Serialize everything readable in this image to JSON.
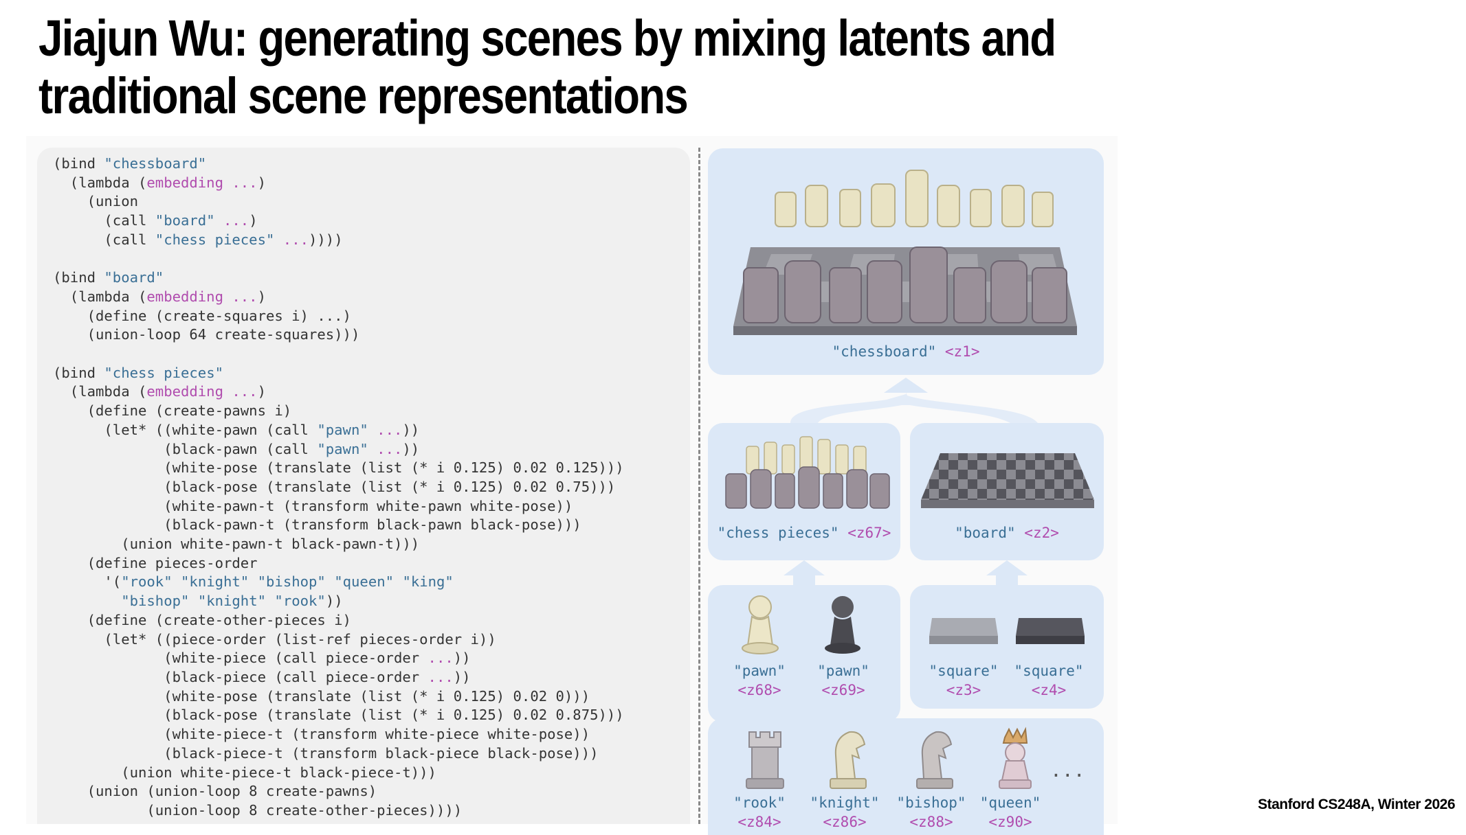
{
  "title": "Jiajun Wu: generating scenes by mixing latents and traditional scene representations",
  "footer": "Stanford CS248A, Winter 2026",
  "code_lines": [
    [
      [
        "t",
        "(bind "
      ],
      [
        "s",
        "\"chessboard\""
      ]
    ],
    [
      [
        "t",
        "  (lambda ("
      ],
      [
        "e",
        "embedding ..."
      ],
      [
        "t",
        ")"
      ]
    ],
    [
      [
        "t",
        "    (union"
      ]
    ],
    [
      [
        "t",
        "      (call "
      ],
      [
        "s",
        "\"board\""
      ],
      [
        "t",
        " "
      ],
      [
        "e",
        "..."
      ],
      [
        "t",
        ")"
      ]
    ],
    [
      [
        "t",
        "      (call "
      ],
      [
        "s",
        "\"chess pieces\""
      ],
      [
        "t",
        " "
      ],
      [
        "e",
        "..."
      ],
      [
        "t",
        "))))"
      ]
    ],
    [
      [
        "t",
        ""
      ]
    ],
    [
      [
        "t",
        "(bind "
      ],
      [
        "s",
        "\"board\""
      ]
    ],
    [
      [
        "t",
        "  (lambda ("
      ],
      [
        "e",
        "embedding ..."
      ],
      [
        "t",
        ")"
      ]
    ],
    [
      [
        "t",
        "    (define (create-squares i) ...)"
      ]
    ],
    [
      [
        "t",
        "    (union-loop 64 create-squares)))"
      ]
    ],
    [
      [
        "t",
        ""
      ]
    ],
    [
      [
        "t",
        "(bind "
      ],
      [
        "s",
        "\"chess pieces\""
      ]
    ],
    [
      [
        "t",
        "  (lambda ("
      ],
      [
        "e",
        "embedding ..."
      ],
      [
        "t",
        ")"
      ]
    ],
    [
      [
        "t",
        "    (define (create-pawns i)"
      ]
    ],
    [
      [
        "t",
        "      (let* ((white-pawn (call "
      ],
      [
        "s",
        "\"pawn\""
      ],
      [
        "t",
        " "
      ],
      [
        "e",
        "..."
      ],
      [
        "t",
        "))"
      ]
    ],
    [
      [
        "t",
        "             (black-pawn (call "
      ],
      [
        "s",
        "\"pawn\""
      ],
      [
        "t",
        " "
      ],
      [
        "e",
        "..."
      ],
      [
        "t",
        "))"
      ]
    ],
    [
      [
        "t",
        "             (white-pose (translate (list (* i 0.125) 0.02 0.125)))"
      ]
    ],
    [
      [
        "t",
        "             (black-pose (translate (list (* i 0.125) 0.02 0.75)))"
      ]
    ],
    [
      [
        "t",
        "             (white-pawn-t (transform white-pawn white-pose))"
      ]
    ],
    [
      [
        "t",
        "             (black-pawn-t (transform black-pawn black-pose)))"
      ]
    ],
    [
      [
        "t",
        "        (union white-pawn-t black-pawn-t)))"
      ]
    ],
    [
      [
        "t",
        "    (define pieces-order"
      ]
    ],
    [
      [
        "t",
        "      '("
      ],
      [
        "s",
        "\"rook\""
      ],
      [
        "t",
        " "
      ],
      [
        "s",
        "\"knight\""
      ],
      [
        "t",
        " "
      ],
      [
        "s",
        "\"bishop\""
      ],
      [
        "t",
        " "
      ],
      [
        "s",
        "\"queen\""
      ],
      [
        "t",
        " "
      ],
      [
        "s",
        "\"king\""
      ]
    ],
    [
      [
        "t",
        "        "
      ],
      [
        "s",
        "\"bishop\""
      ],
      [
        "t",
        " "
      ],
      [
        "s",
        "\"knight\""
      ],
      [
        "t",
        " "
      ],
      [
        "s",
        "\"rook\""
      ],
      [
        "t",
        "))"
      ]
    ],
    [
      [
        "t",
        "    (define (create-other-pieces i)"
      ]
    ],
    [
      [
        "t",
        "      (let* ((piece-order (list-ref pieces-order i))"
      ]
    ],
    [
      [
        "t",
        "             (white-piece (call piece-order "
      ],
      [
        "e",
        "..."
      ],
      [
        "t",
        "))"
      ]
    ],
    [
      [
        "t",
        "             (black-piece (call piece-order "
      ],
      [
        "e",
        "..."
      ],
      [
        "t",
        "))"
      ]
    ],
    [
      [
        "t",
        "             (white-pose (translate (list (* i 0.125) 0.02 0)))"
      ]
    ],
    [
      [
        "t",
        "             (black-pose (translate (list (* i 0.125) 0.02 0.875)))"
      ]
    ],
    [
      [
        "t",
        "             (white-piece-t (transform white-piece white-pose))"
      ]
    ],
    [
      [
        "t",
        "             (black-piece-t (transform black-piece black-pose)))"
      ]
    ],
    [
      [
        "t",
        "        (union white-piece-t black-piece-t)))"
      ]
    ],
    [
      [
        "t",
        "    (union (union-loop 8 create-pawns)"
      ]
    ],
    [
      [
        "t",
        "           (union-loop 8 create-other-pieces))))"
      ]
    ]
  ],
  "labels": {
    "chessboard": {
      "name": "\"chessboard\"",
      "latent": "<z1>"
    },
    "chess_pieces": {
      "name": "\"chess pieces\"",
      "latent": "<z67>"
    },
    "board": {
      "name": "\"board\"",
      "latent": "<z2>"
    },
    "pawn_white": {
      "name": "\"pawn\"",
      "latent": "<z68>"
    },
    "pawn_black": {
      "name": "\"pawn\"",
      "latent": "<z69>"
    },
    "square_light": {
      "name": "\"square\"",
      "latent": "<z3>"
    },
    "square_dark": {
      "name": "\"square\"",
      "latent": "<z4>"
    },
    "rook": {
      "name": "\"rook\"",
      "latent": "<z84>"
    },
    "knight": {
      "name": "\"knight\"",
      "latent": "<z86>"
    },
    "bishop": {
      "name": "\"bishop\"",
      "latent": "<z88>"
    },
    "queen": {
      "name": "\"queen\"",
      "latent": "<z90>"
    }
  },
  "more_indicator": "...",
  "colors": {
    "string_blue": "#3a6f95",
    "embedding_magenta": "#b04cae",
    "panel_blue": "#dce8f7",
    "code_bg": "#f0f0f0"
  }
}
